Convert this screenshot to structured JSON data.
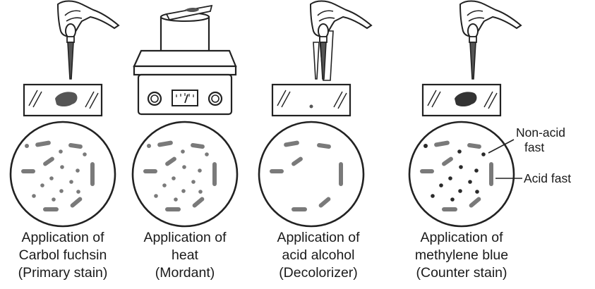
{
  "colors": {
    "ink": "#222222",
    "stain_gray": "#7a7a7a",
    "stain_dark": "#2a2a2a",
    "background": "#ffffff"
  },
  "steps": [
    {
      "id": "primary",
      "reagent_icon": "dropper-icon",
      "caption": [
        "Application of",
        "Carbol fuchsin",
        "(Primary stain)"
      ]
    },
    {
      "id": "mordant",
      "reagent_icon": "hot-plate-icon",
      "caption": [
        "Application of",
        "heat",
        "(Mordant)"
      ]
    },
    {
      "id": "decolorizer",
      "reagent_icon": "dropper-icon",
      "caption": [
        "Application of",
        "acid alcohol",
        "(Decolorizer)"
      ]
    },
    {
      "id": "counter",
      "reagent_icon": "dropper-icon",
      "caption": [
        "Application of",
        "methylene blue",
        "(Counter stain)"
      ]
    }
  ],
  "callouts": {
    "non_acid_fast": [
      "Non-acid",
      "fast"
    ],
    "acid_fast": "Acid fast"
  }
}
